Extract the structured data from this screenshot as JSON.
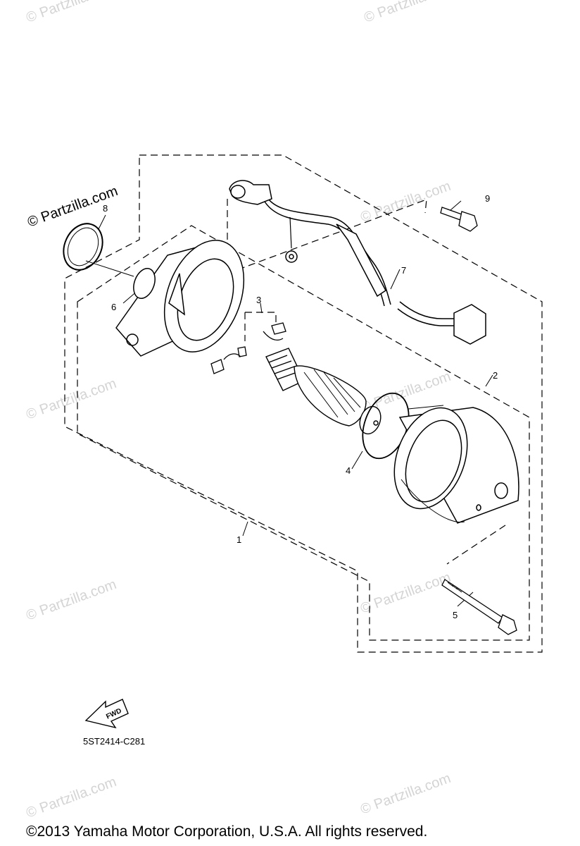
{
  "watermark": {
    "text": "© Partzilla.com",
    "prominent_text": "© Partzilla.com"
  },
  "callouts": [
    "1",
    "2",
    "3",
    "4",
    "5",
    "6",
    "7",
    "8",
    "9"
  ],
  "fwd_label": "FWD",
  "diagram_code": "5ST2414-C281",
  "copyright": "©2013  Yamaha Motor Corporation, U.S.A. All rights reserved.",
  "colors": {
    "line": "#000000",
    "watermark": "#d4d4d4",
    "background": "#ffffff"
  }
}
